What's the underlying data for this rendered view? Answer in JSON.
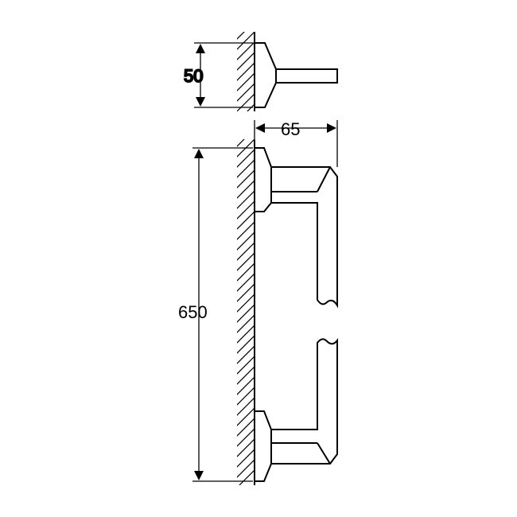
{
  "drawing": {
    "dimensions": {
      "top_view_height": "50",
      "projection_depth": "65",
      "overall_length": "650"
    },
    "colors": {
      "line": "#000000",
      "background": "#ffffff"
    }
  }
}
